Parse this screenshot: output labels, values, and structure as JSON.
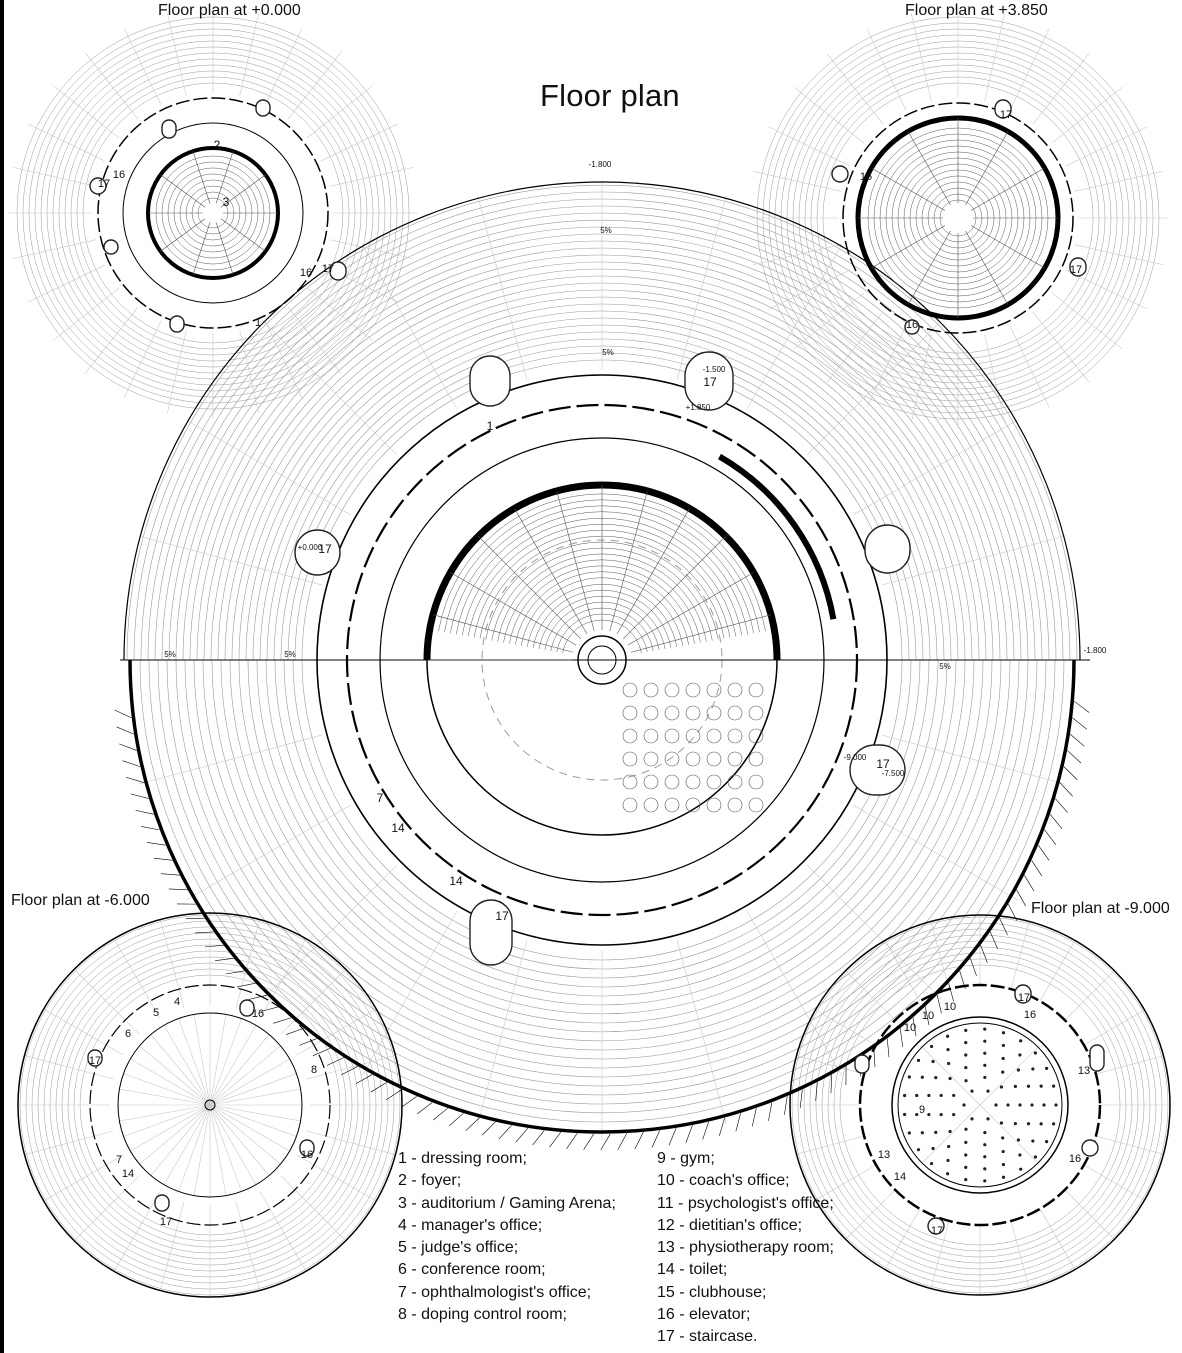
{
  "title": "Floor plan",
  "plans": {
    "top_left": "Floor plan at +0.000",
    "top_right": "Floor plan at +3.850",
    "bottom_left": "Floor plan at -6.000",
    "bottom_right": "Floor plan at -9.000"
  },
  "legend_left": [
    "1 - dressing room;",
    "2 - foyer;",
    "3 - auditorium / Gaming Arena;",
    "4 - manager's office;",
    "5 - judge's office;",
    "6 -  conference room;",
    "7 - ophthalmologist's office;",
    "8 - doping control room;"
  ],
  "legend_right": [
    "9 - gym;",
    "10 - coach's office;",
    "11 - psychologist's office;",
    "12 - dietitian's office;",
    "13 - physiotherapy room;",
    "14 - toilet;",
    "15 - clubhouse;",
    "16 -  elevator;",
    "17 -  staircase."
  ],
  "room_numbers": {
    "main": [
      "1",
      "17",
      "17",
      "17",
      "17",
      "7",
      "14",
      "14"
    ],
    "top_left": [
      "2",
      "3",
      "16",
      "17",
      "16",
      "17",
      "1"
    ],
    "top_right": [
      "17",
      "16",
      "17",
      "16"
    ],
    "bottom_left": [
      "4",
      "5",
      "6",
      "16",
      "17",
      "8",
      "7",
      "14",
      "16",
      "17"
    ],
    "bottom_right": [
      "10",
      "10",
      "10",
      "16",
      "17",
      "13",
      "9",
      "13",
      "14",
      "16",
      "17"
    ]
  },
  "levels": [
    "-1.500",
    "+1.850",
    "+0.000",
    "-9.000",
    "-7.500",
    "-1.800",
    "-1.800"
  ],
  "slope_marks": [
    "5%",
    "5%",
    "5%",
    "5%",
    "5%"
  ]
}
